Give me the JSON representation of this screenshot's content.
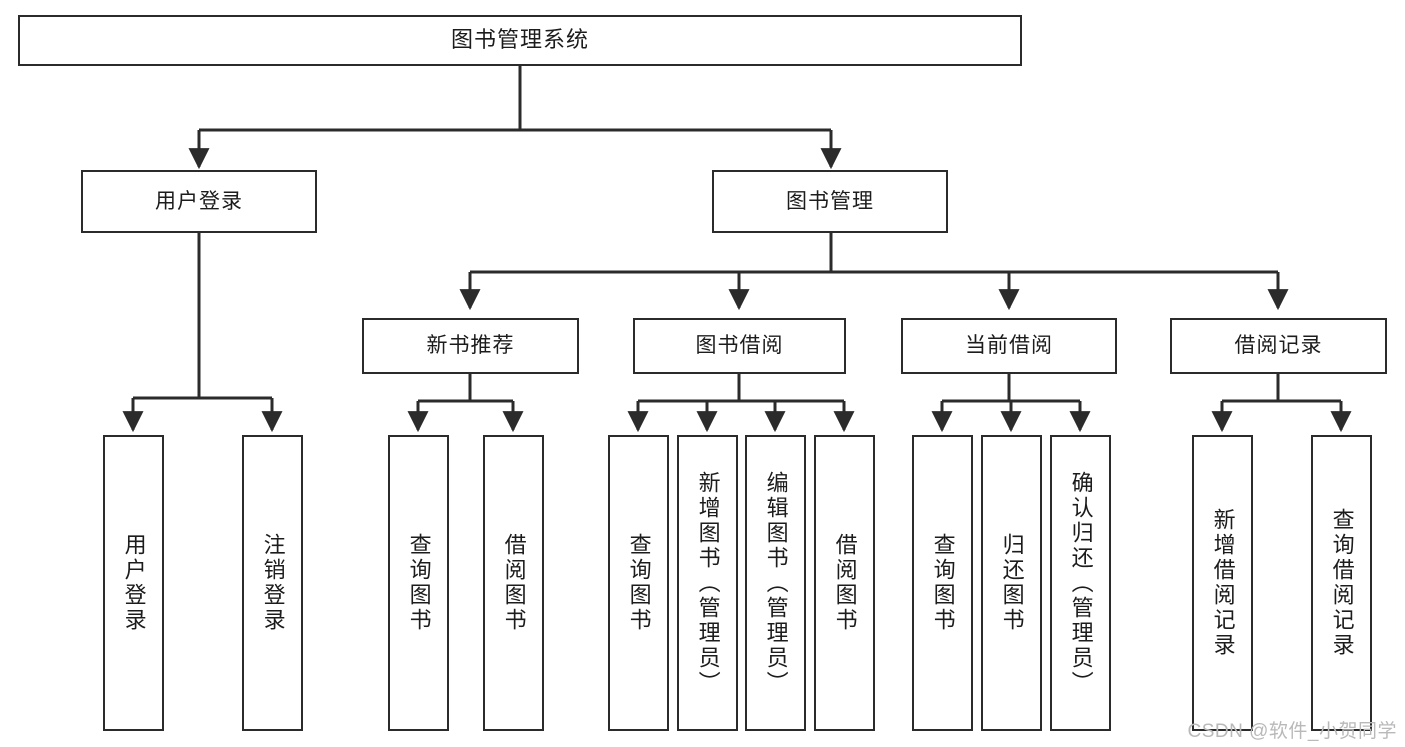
{
  "diagram": {
    "title": "图书管理系统",
    "type": "tree-diagram",
    "watermark": "CSDN @软件_小贺同学",
    "colors": {
      "stroke": "#2b2b2b",
      "fill": "#ffffff",
      "text": "#1c1c1c",
      "watermark": "#b9b9b9"
    },
    "nodes": {
      "root": {
        "label": "图书管理系统"
      },
      "level2": [
        {
          "id": "user-login",
          "label": "用户登录"
        },
        {
          "id": "book-management",
          "label": "图书管理"
        }
      ],
      "level3": [
        {
          "id": "new-book-recommend",
          "label": "新书推荐"
        },
        {
          "id": "book-borrow",
          "label": "图书借阅"
        },
        {
          "id": "current-borrow",
          "label": "当前借阅"
        },
        {
          "id": "borrow-record",
          "label": "借阅记录"
        }
      ],
      "leaves": {
        "user_login": [
          {
            "id": "leaf-user-login",
            "label": "用户登录"
          },
          {
            "id": "leaf-user-logout",
            "label": "注销登录"
          }
        ],
        "new_book_recommend": [
          {
            "id": "leaf-query-book-1",
            "label": "查询图书"
          },
          {
            "id": "leaf-borrow-book-1",
            "label": "借阅图书"
          }
        ],
        "book_borrow": [
          {
            "id": "leaf-query-book-2",
            "label": "查询图书"
          },
          {
            "id": "leaf-add-book",
            "label": "新增图书（管理员）"
          },
          {
            "id": "leaf-edit-book",
            "label": "编辑图书（管理员）"
          },
          {
            "id": "leaf-borrow-book-2",
            "label": "借阅图书"
          }
        ],
        "current_borrow": [
          {
            "id": "leaf-query-book-3",
            "label": "查询图书"
          },
          {
            "id": "leaf-return-book",
            "label": "归还图书"
          },
          {
            "id": "leaf-confirm-return",
            "label": "确认归还（管理员）"
          }
        ],
        "borrow_record": [
          {
            "id": "leaf-add-borrow-record",
            "label": "新增借阅记录"
          },
          {
            "id": "leaf-query-borrow-record",
            "label": "查询借阅记录"
          }
        ]
      }
    }
  }
}
